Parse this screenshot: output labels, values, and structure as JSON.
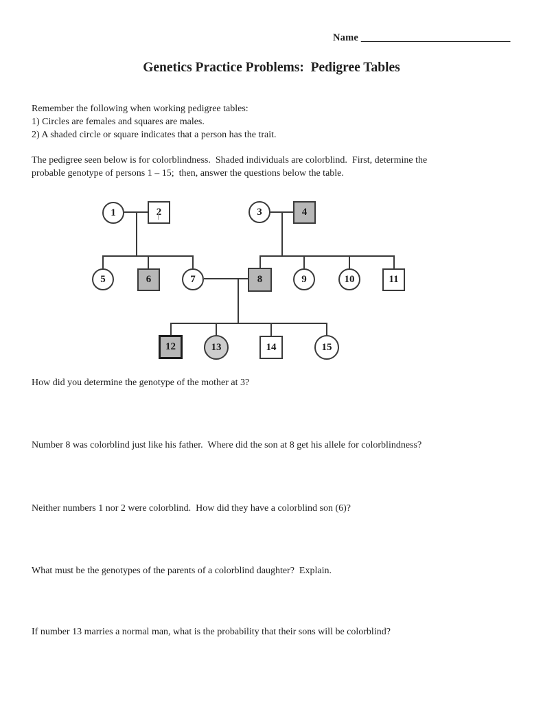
{
  "header": {
    "name_label": "Name ",
    "name_blank": "______________________________",
    "title": "Genetics Practice Problems:  Pedigree Tables"
  },
  "instructions": {
    "intro": "Remember the following when working pedigree tables:",
    "rule1": "1) Circles are females and squares are males.",
    "rule2": "2) A shaded circle or square indicates that a person has the trait.",
    "paragraph_line1": "The pedigree seen below is for colorblindness.  Shaded individuals are colorblind.  First, determine the",
    "paragraph_line2": "probable genotype of persons 1 – 15;  then, answer the questions below the table."
  },
  "pedigree": {
    "trait": "colorblindness",
    "colors": {
      "line": "#3a3a3a",
      "affected_fill": "#b7b7b7",
      "affected_fill_light": "#cdcdcd",
      "unaffected_fill": "#ffffff"
    },
    "persons": [
      {
        "label": "1",
        "sex": "female",
        "affected": false
      },
      {
        "label": "2",
        "sex": "male",
        "affected": false
      },
      {
        "label": "3",
        "sex": "female",
        "affected": false
      },
      {
        "label": "4",
        "sex": "male",
        "affected": true
      },
      {
        "label": "5",
        "sex": "female",
        "affected": false
      },
      {
        "label": "6",
        "sex": "male",
        "affected": true
      },
      {
        "label": "7",
        "sex": "female",
        "affected": false
      },
      {
        "label": "8",
        "sex": "male",
        "affected": true
      },
      {
        "label": "9",
        "sex": "female",
        "affected": false
      },
      {
        "label": "10",
        "sex": "female",
        "affected": false
      },
      {
        "label": "11",
        "sex": "male",
        "affected": false
      },
      {
        "label": "12",
        "sex": "male",
        "affected": true
      },
      {
        "label": "13",
        "sex": "female",
        "affected": true
      },
      {
        "label": "14",
        "sex": "male",
        "affected": false
      },
      {
        "label": "15",
        "sex": "female",
        "affected": false
      }
    ]
  },
  "questions": [
    "How did you determine the genotype of the mother at 3?",
    "Number 8 was colorblind just like his father.  Where did the son at 8 get his allele for colorblindness?",
    "Neither numbers 1 nor 2 were colorblind.  How did they have a colorblind son (6)?",
    "What must be the genotypes of the parents of a colorblind daughter?  Explain.",
    "If number 13 marries a normal man, what is the probability that their sons will be colorblind?"
  ]
}
